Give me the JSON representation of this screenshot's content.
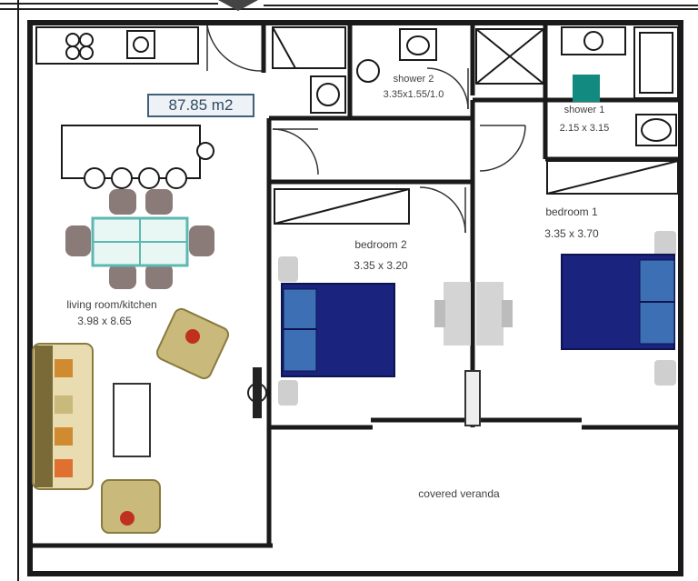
{
  "floorplan": {
    "total_area": "87.85 m2",
    "rooms": {
      "living": {
        "name": "living room/kitchen",
        "size": "3.98 x 8.65"
      },
      "bedroom2": {
        "name": "bedroom 2",
        "size": "3.35 x 3.20"
      },
      "bedroom1": {
        "name": "bedroom 1",
        "size": "3.35 x 3.70"
      },
      "shower2": {
        "name": "shower 2",
        "size": "3.35x1.55/1.0"
      },
      "shower1": {
        "name": "shower 1",
        "size": "2.15 x 3.15"
      },
      "veranda": {
        "name": "covered veranda"
      }
    },
    "colors": {
      "wall": "#1a1a1a",
      "bed": "#1a237e",
      "pillow": "#3d6fb5",
      "sofa": "#c9b97a",
      "chair": "#8a7a78",
      "table": "#5cb8b0"
    }
  }
}
